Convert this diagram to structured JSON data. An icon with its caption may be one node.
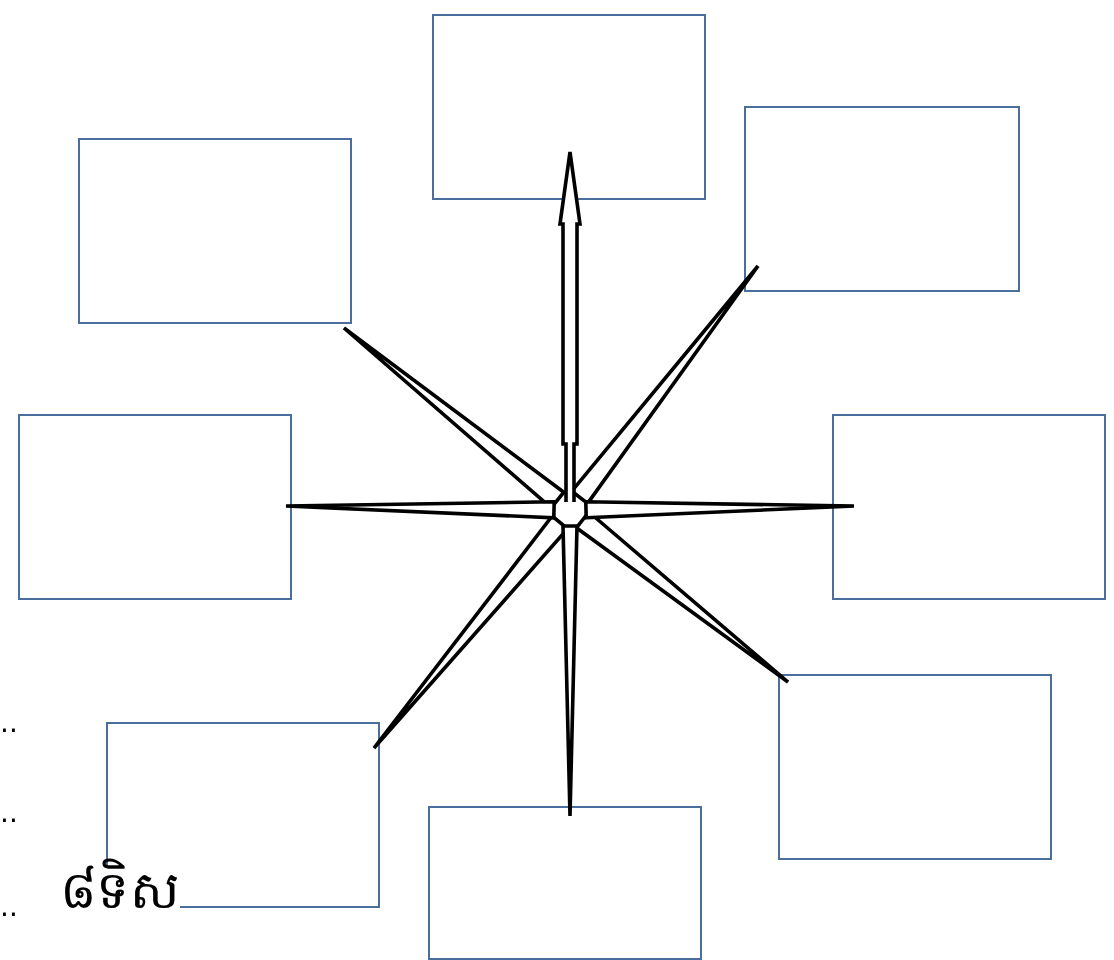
{
  "diagram": {
    "nodes": [
      {
        "text": [],
        "shape": "box"
      },
      {
        "text": [],
        "shape": "box"
      },
      {
        "text": [],
        "shape": "box"
      },
      {
        "text": [],
        "shape": "box"
      },
      {
        "text": [],
        "shape": "box"
      },
      {
        "text": [],
        "shape": "box"
      },
      {
        "text": [],
        "shape": "box"
      },
      {
        "text": [],
        "shape": "box"
      }
    ],
    "labels": [
      "..",
      "..",
      "..",
      "៨ទិស"
    ]
  }
}
